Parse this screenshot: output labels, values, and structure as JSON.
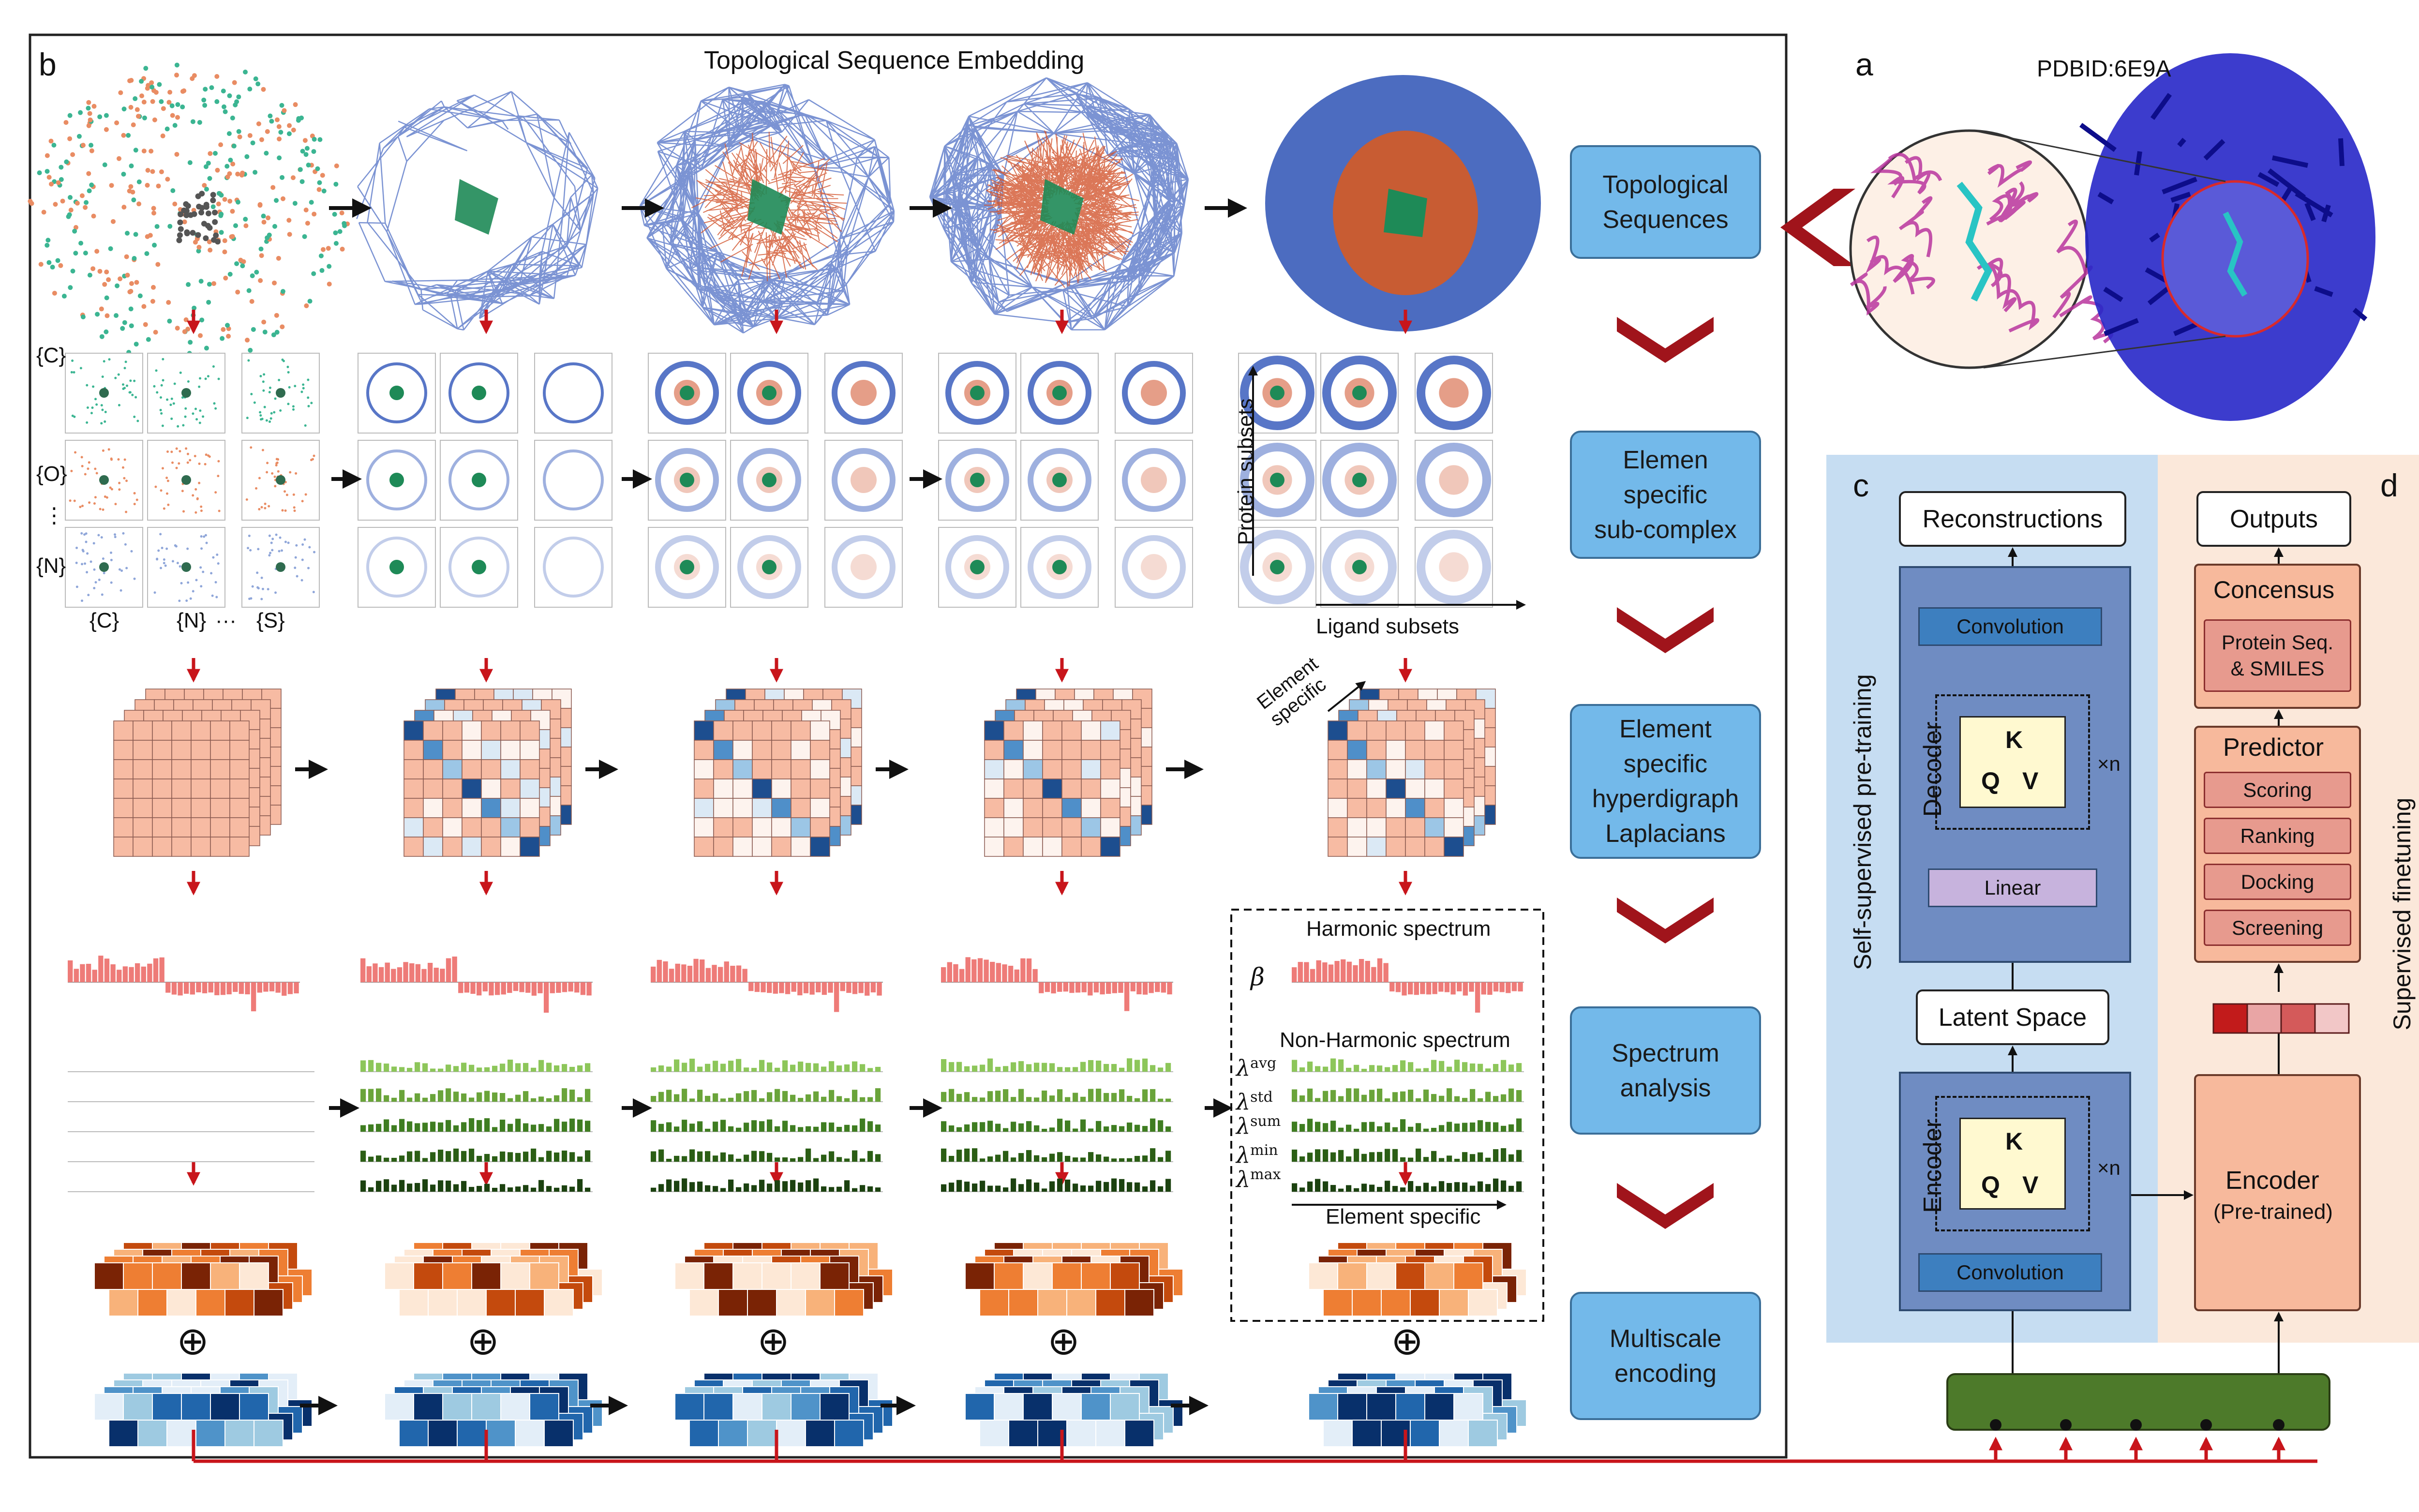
{
  "panel_b": {
    "label": "b",
    "title": "Topological Sequence Embedding",
    "elem_labels": [
      "{C}",
      "{O}",
      "⋮",
      "{N}"
    ],
    "ligand_labels": [
      "{C}",
      "{N}",
      "···",
      "{S}"
    ],
    "protein_subsets": "Protein  subsets",
    "ligand_subsets": "Ligand subsets",
    "element_specific": "Element specific",
    "harmonic": "Harmonic spectrum",
    "beta": "β",
    "nonharmonic": "Non-Harmonic spectrum",
    "lambdas": [
      "λavg",
      "λstd",
      "λsum",
      "λmin",
      "λmax"
    ],
    "lambda_base": "λ",
    "lambda_sups": [
      "avg",
      "std",
      "sum",
      "min",
      "max"
    ],
    "element_specific_axis": "Element specific",
    "oplus": "⊕"
  },
  "steps": [
    "Topological\nSequences",
    "Elemen\nspecific\nsub-complex",
    "Element\nspecific\nhyperdigraph\nLaplacians",
    "Spectrum\nanalysis",
    "Multiscale\nencoding"
  ],
  "panel_a": {
    "label": "a",
    "pdb": "PDBID:6E9A"
  },
  "panel_c": {
    "label": "c",
    "side": "Self-supervised pre-training",
    "reconstructions": "Reconstructions",
    "convolution_top": "Convolution",
    "decoder": "Decoder",
    "k": "K",
    "q": "Q",
    "v": "V",
    "xn": "×n",
    "linear": "Linear",
    "latent": "Latent Space",
    "encoder": "Encoder",
    "convolution_bottom": "Convolution"
  },
  "panel_d": {
    "label": "d",
    "side": "Supervised finetuning",
    "outputs": "Outputs",
    "concensus": "Concensus",
    "protein_seq": "Protein Seq.\n& SMILES",
    "predictor": "Predictor",
    "tasks": [
      "Scoring",
      "Ranking",
      "Docking",
      "Screening"
    ],
    "encoder": "Encoder",
    "pretrained": "(Pre-trained)"
  },
  "colors": {
    "protein_blue": "#4f6fc4",
    "ligand_green": "#1e8a57",
    "red_edge": "#d2552e",
    "step_box": "#73b9ea",
    "panel_c_bg": "#c6ddf2",
    "panel_d_bg": "#fbe8da",
    "arrow_red": "#c8151b",
    "chevron": "#a0141b",
    "dark_green": "#4d7a2a"
  }
}
